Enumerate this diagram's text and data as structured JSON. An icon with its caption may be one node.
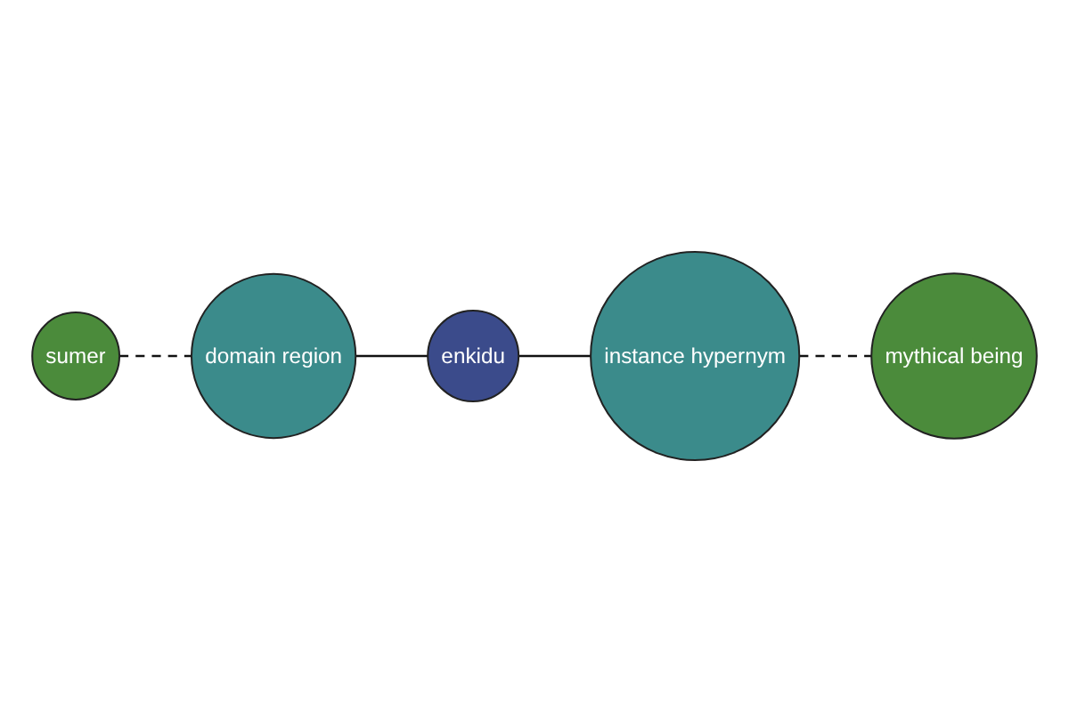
{
  "diagram": {
    "nodes": [
      {
        "text": [
          "sumer"
        ]
      },
      {
        "text": [
          "domain region"
        ]
      },
      {
        "text": [
          "enkidu"
        ]
      },
      {
        "text": [
          "instance hypernym"
        ]
      },
      {
        "text": [
          "mythical being"
        ]
      }
    ],
    "edges": [
      {
        "from": 0,
        "to": 1,
        "arrow": "none",
        "style": "dashed"
      },
      {
        "from": 1,
        "to": 2,
        "arrow": "none"
      },
      {
        "from": 2,
        "to": 3,
        "arrow": "none"
      },
      {
        "from": 3,
        "to": 4,
        "arrow": "none",
        "style": "dashed"
      }
    ]
  }
}
